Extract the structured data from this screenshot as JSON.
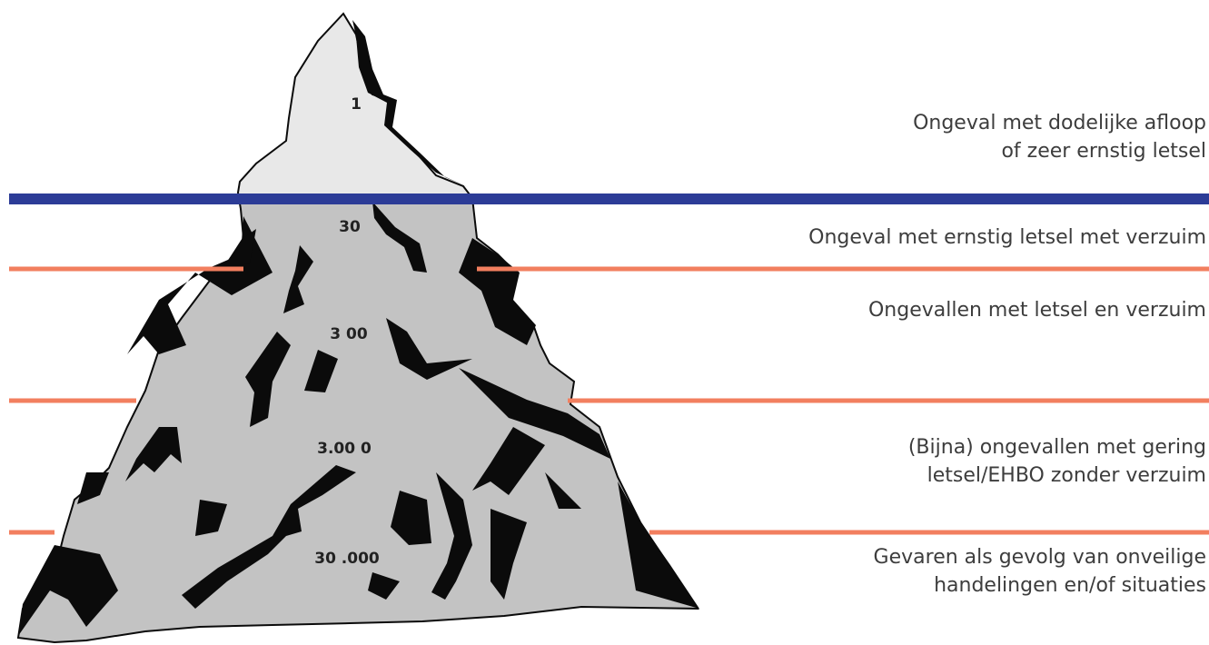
{
  "colors": {
    "waterline": "#2c3c97",
    "divider": "#f27f5f",
    "ice_above": "#e8e8e8",
    "ice_below": "#c3c3c3",
    "crack": "#0b0b0b",
    "text": "#3d3d3d"
  },
  "levels": [
    {
      "count": "1",
      "label_lines": [
        "Ongeval met dodelijke afloop",
        "of zeer ernstig letsel"
      ]
    },
    {
      "count": "30",
      "label_lines": [
        "Ongeval met ernstig letsel met verzuim"
      ]
    },
    {
      "count": "3 00",
      "label_lines": [
        "Ongevallen met letsel en verzuim"
      ]
    },
    {
      "count": "3.00 0",
      "label_lines": [
        "(Bijna) ongevallen met gering",
        "letsel/EHBO zonder verzuim"
      ]
    },
    {
      "count": "30 .000",
      "label_lines": [
        "Gevaren als gevolg van onveilige",
        "handelingen en/of situaties"
      ]
    }
  ]
}
